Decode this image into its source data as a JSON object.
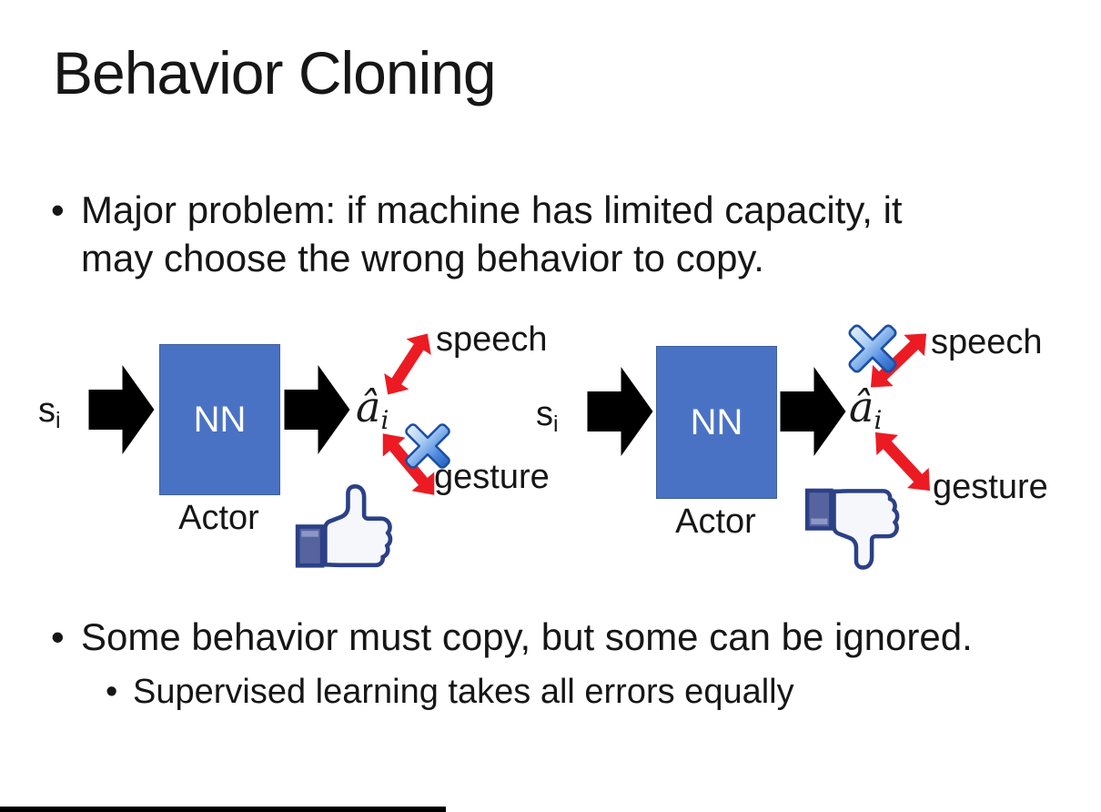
{
  "glyphs": {
    "bullet": "•"
  },
  "title": "Behavior Cloning",
  "bullets": {
    "b1_line1": "Major problem: if machine has limited capacity, it",
    "b1_line2": "may choose the wrong behavior to copy.",
    "b2": "Some behavior must copy, but some can be ignored.",
    "b2_sub": "Supervised learning takes all errors equally"
  },
  "diagrams": {
    "left": {
      "input": "s",
      "input_sub": "i",
      "box": "NN",
      "output": "â",
      "output_sub": "i",
      "speech": "speech",
      "gesture": "gesture",
      "actor": "Actor",
      "crossed_out": "gesture",
      "feedback_icon": "thumbs-up"
    },
    "right": {
      "input": "s",
      "input_sub": "i",
      "box": "NN",
      "output": "â",
      "output_sub": "i",
      "speech": "speech",
      "gesture": "gesture",
      "actor": "Actor",
      "crossed_out": "speech",
      "feedback_icon": "thumbs-down"
    }
  },
  "colors": {
    "nn_box": "#4a72c4",
    "flow_arrow": "#000000",
    "relation_arrow": "#ec1b23",
    "cross_blue": "#4a86dd",
    "thumb_outline": "#2b4086",
    "thumb_cuff": "#57639f"
  }
}
